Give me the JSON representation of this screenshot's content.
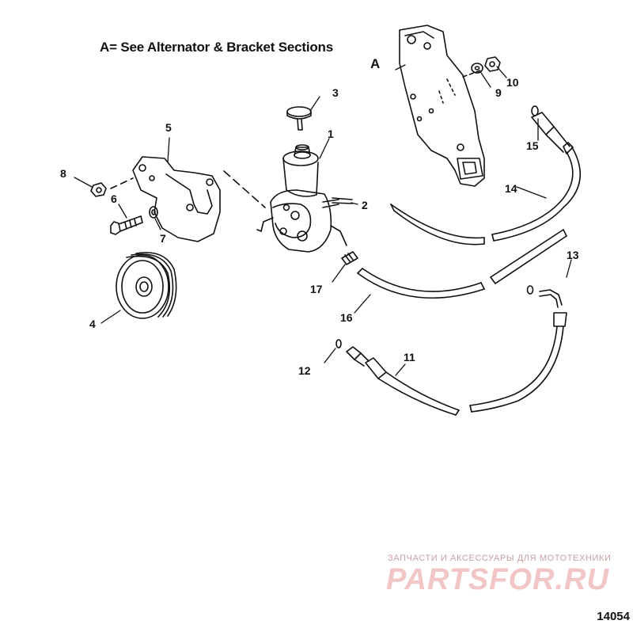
{
  "caption": "A= See Alternator & Bracket Sections",
  "figure_number": "14054",
  "watermark": {
    "tagline": "ЗАПЧАСТИ И АКСЕССУАРЫ ДЛЯ МОТОТЕХНИКИ",
    "logo_text": "PARTSFOR.RU"
  },
  "callouts": {
    "A": "A",
    "c1": "1",
    "c2": "2",
    "c3": "3",
    "c4": "4",
    "c5": "5",
    "c6": "6",
    "c7": "7",
    "c8": "8",
    "c9": "9",
    "c10": "10",
    "c11": "11",
    "c12": "12",
    "c13": "13",
    "c14": "14",
    "c15": "15",
    "c16": "16",
    "c17": "17"
  }
}
